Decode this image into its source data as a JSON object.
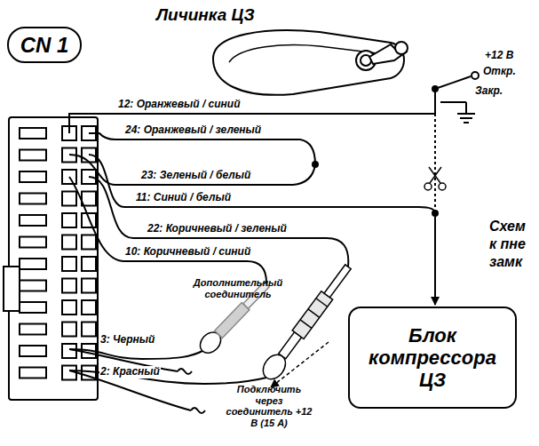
{
  "diagram": {
    "nodes": [
      {
        "text": [
          "CN 1"
        ]
      },
      {
        "text": [
          "Блок компрессора ЦЗ"
        ]
      }
    ],
    "labels": [
      "Личинка ЦЗ",
      "+12 В",
      "Откр.",
      "Закр.",
      "12: Оранжевый / синий",
      "24: Оранжевый / зеленый",
      "23: Зеленый / белый",
      "11: Синий / белый",
      "22: Коричневый / зеленый",
      "10: Коричневый / синий",
      "Дополнительный соединитель",
      "3: Черный",
      "2: Красный",
      "Подключить через соединитель +12 В (15 А)",
      "Схем",
      "к пне",
      "замк"
    ]
  }
}
